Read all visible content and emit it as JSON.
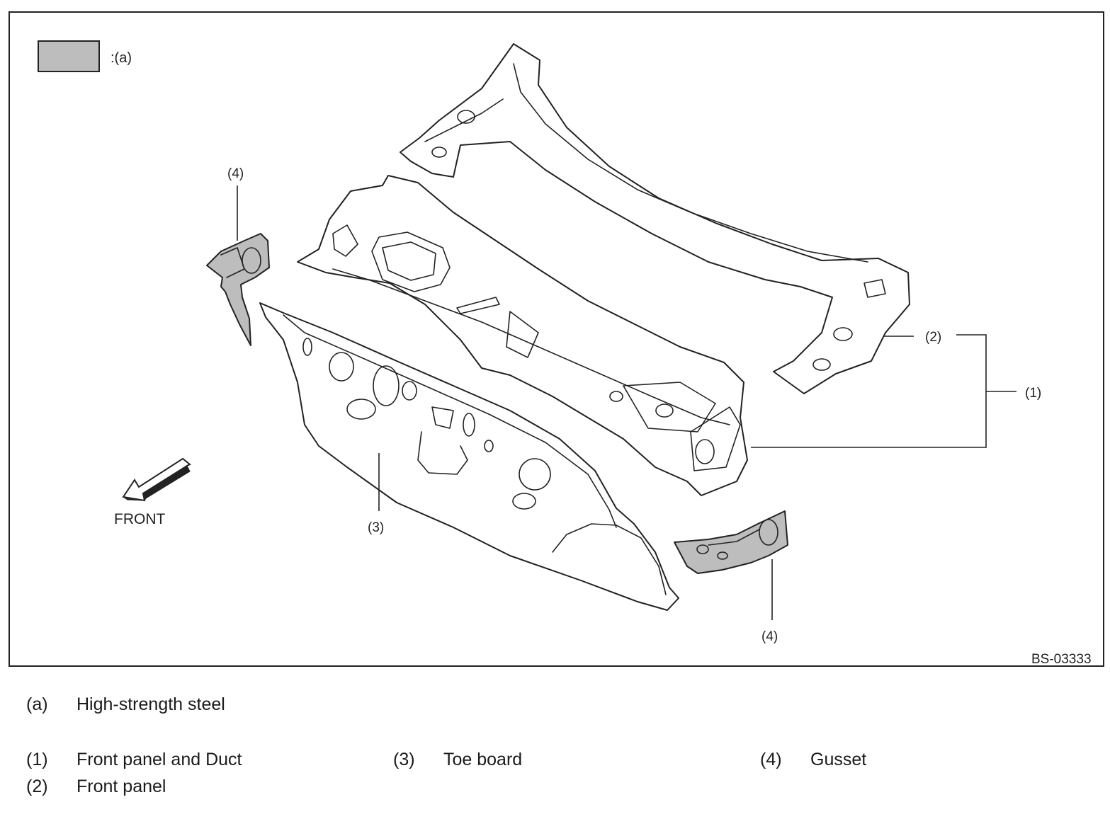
{
  "figure": {
    "id": "BS-03333",
    "legend": {
      "swatch_color": "#bdbdbd",
      "label": ":(a)"
    },
    "front_label": "FRONT",
    "callouts": {
      "c1": "(1)",
      "c2": "(2)",
      "c3": "(3)",
      "c4_top": "(4)",
      "c4_bottom": "(4)"
    }
  },
  "captions": [
    {
      "code": "(a)",
      "text": "High-strength steel"
    },
    {
      "code": "(1)",
      "text": "Front panel and Duct"
    },
    {
      "code": "(2)",
      "text": "Front panel"
    },
    {
      "code": "(3)",
      "text": "Toe board"
    },
    {
      "code": "(4)",
      "text": "Gusset"
    }
  ]
}
